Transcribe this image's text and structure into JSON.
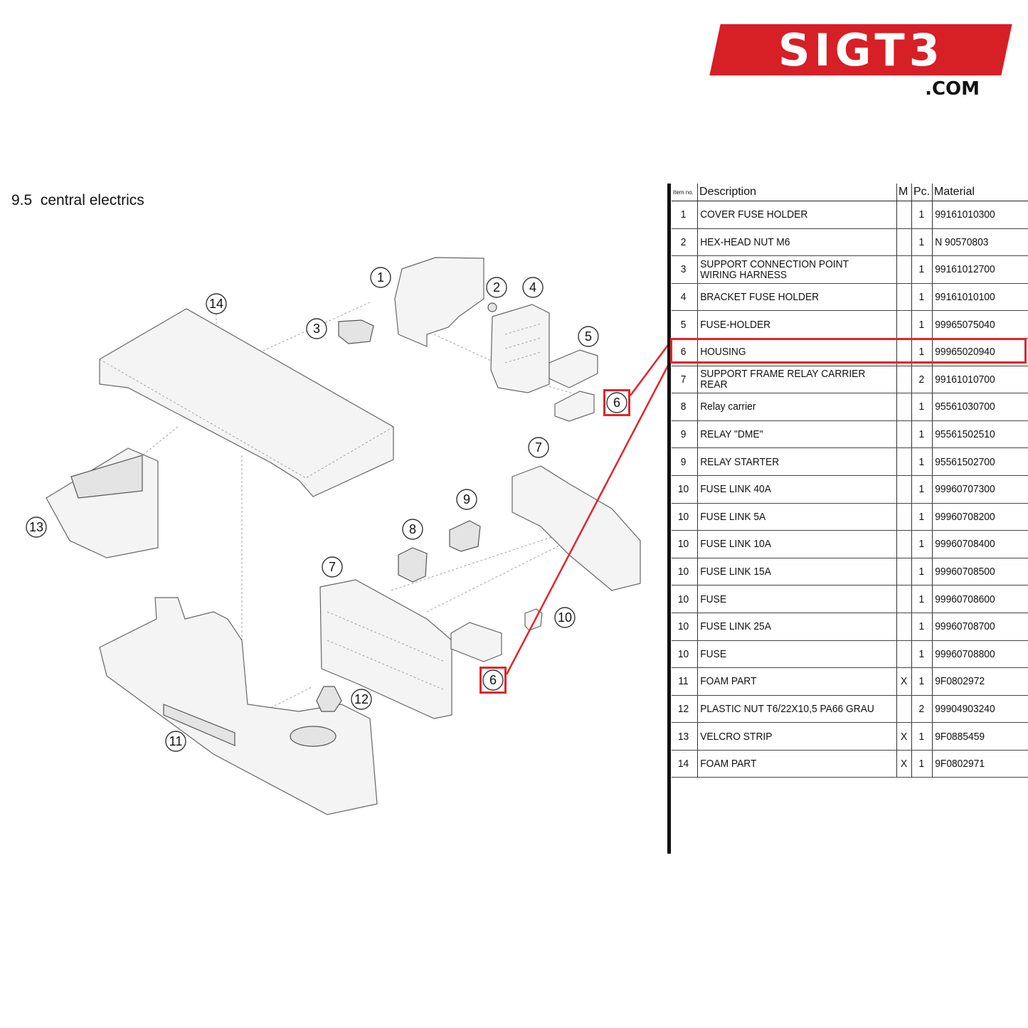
{
  "logo": {
    "brand": "SIGT3",
    "domain": ".COM"
  },
  "section": {
    "number": "9.5",
    "title": "central electrics"
  },
  "table": {
    "headers": {
      "item": "Item no.",
      "description": "Description",
      "m": "M",
      "pc": "Pc.",
      "material": "Material"
    },
    "rows": [
      {
        "item": "1",
        "description": "COVER FUSE HOLDER",
        "m": "",
        "pc": "1",
        "material": "99161010300"
      },
      {
        "item": "2",
        "description": "HEX-HEAD NUT M6",
        "m": "",
        "pc": "1",
        "material": "N 90570803"
      },
      {
        "item": "3",
        "description": "SUPPORT CONNECTION POINT WIRING HARNESS",
        "m": "",
        "pc": "1",
        "material": "99161012700"
      },
      {
        "item": "4",
        "description": "BRACKET FUSE HOLDER",
        "m": "",
        "pc": "1",
        "material": "99161010100"
      },
      {
        "item": "5",
        "description": "FUSE-HOLDER",
        "m": "",
        "pc": "1",
        "material": "99965075040"
      },
      {
        "item": "6",
        "description": "HOUSING",
        "m": "",
        "pc": "1",
        "material": "99965020940"
      },
      {
        "item": "7",
        "description": "SUPPORT FRAME RELAY CARRIER REAR",
        "m": "",
        "pc": "2",
        "material": "99161010700"
      },
      {
        "item": "8",
        "description": "Relay carrier",
        "m": "",
        "pc": "1",
        "material": "95561030700"
      },
      {
        "item": "9",
        "description": "RELAY \"DME\"",
        "m": "",
        "pc": "1",
        "material": "95561502510"
      },
      {
        "item": "9",
        "description": "RELAY STARTER",
        "m": "",
        "pc": "1",
        "material": "95561502700"
      },
      {
        "item": "10",
        "description": "FUSE LINK 40A",
        "m": "",
        "pc": "1",
        "material": "99960707300"
      },
      {
        "item": "10",
        "description": "FUSE LINK 5A",
        "m": "",
        "pc": "1",
        "material": "99960708200"
      },
      {
        "item": "10",
        "description": "FUSE LINK 10A",
        "m": "",
        "pc": "1",
        "material": "99960708400"
      },
      {
        "item": "10",
        "description": "FUSE LINK 15A",
        "m": "",
        "pc": "1",
        "material": "99960708500"
      },
      {
        "item": "10",
        "description": "FUSE",
        "m": "",
        "pc": "1",
        "material": "99960708600"
      },
      {
        "item": "10",
        "description": "FUSE LINK 25A",
        "m": "",
        "pc": "1",
        "material": "99960708700"
      },
      {
        "item": "10",
        "description": "FUSE",
        "m": "",
        "pc": "1",
        "material": "99960708800"
      },
      {
        "item": "11",
        "description": "FOAM PART",
        "m": "X",
        "pc": "1",
        "material": "9F0802972"
      },
      {
        "item": "12",
        "description": "PLASTIC NUT T6/22X10,5 PA66 GRAU",
        "m": "",
        "pc": "2",
        "material": "99904903240"
      },
      {
        "item": "13",
        "description": "VELCRO STRIP",
        "m": "X",
        "pc": "1",
        "material": "9F0885459"
      },
      {
        "item": "14",
        "description": "FOAM PART",
        "m": "X",
        "pc": "1",
        "material": "9F0802971"
      }
    ]
  },
  "diagram": {
    "callouts": [
      "1",
      "2",
      "3",
      "4",
      "5",
      "6",
      "14",
      "13",
      "7",
      "8",
      "9",
      "7",
      "10",
      "6",
      "12",
      "11"
    ]
  },
  "colors": {
    "brand_red": "#d71f26",
    "highlight": "#e0262d"
  }
}
